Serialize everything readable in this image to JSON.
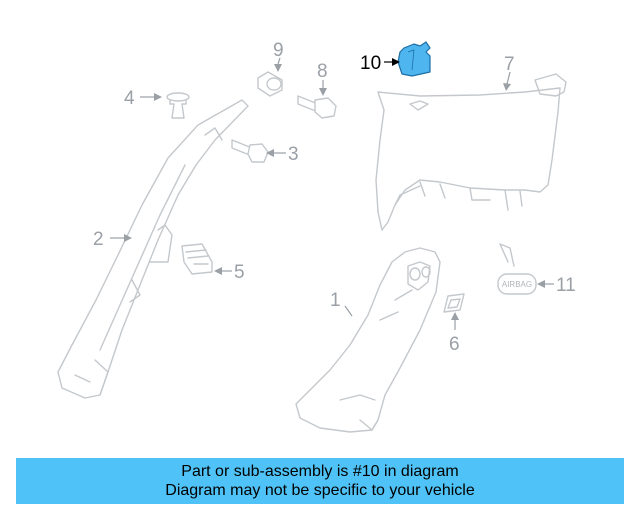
{
  "diagram": {
    "highlighted_part": "10",
    "callouts": [
      {
        "id": "1",
        "label": "1"
      },
      {
        "id": "2",
        "label": "2"
      },
      {
        "id": "3",
        "label": "3"
      },
      {
        "id": "4",
        "label": "4"
      },
      {
        "id": "5",
        "label": "5"
      },
      {
        "id": "6",
        "label": "6"
      },
      {
        "id": "7",
        "label": "7"
      },
      {
        "id": "8",
        "label": "8"
      },
      {
        "id": "9",
        "label": "9"
      },
      {
        "id": "10",
        "label": "10"
      },
      {
        "id": "11",
        "label": "11"
      }
    ],
    "airbag_tag_text": "AIRBAG",
    "highlight_color": "#4fb5ee"
  },
  "banner": {
    "line1": "Part or sub-assembly is #10 in diagram",
    "line2": "Diagram may not be specific to your vehicle",
    "color": "#4fc3f7"
  }
}
